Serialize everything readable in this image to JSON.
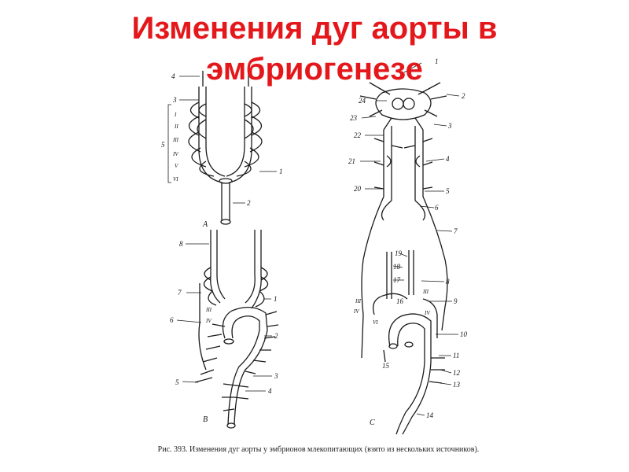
{
  "slide": {
    "title_line1": "Изменения дуг аорты в",
    "title_line2": "эмбриогенезе"
  },
  "figure": {
    "caption": "Рис. 393. Изменения дуг аорты у эмбрионов млекопитающих (взято из нескольких источников).",
    "panels": {
      "a": {
        "label": "A",
        "numbers": [
          "4",
          "3",
          "5",
          "1",
          "2"
        ],
        "roman": [
          "I",
          "II",
          "III",
          "IV",
          "V",
          "VI"
        ]
      },
      "b": {
        "label": "B",
        "numbers": [
          "8",
          "7",
          "6",
          "5",
          "1",
          "2",
          "3",
          "4"
        ],
        "roman": [
          "III",
          "IV"
        ]
      },
      "c": {
        "label": "C",
        "numbers": [
          "1",
          "2",
          "3",
          "4",
          "5",
          "6",
          "7",
          "8",
          "9",
          "10",
          "11",
          "12",
          "13",
          "14",
          "15",
          "16",
          "17",
          "18",
          "19",
          "20",
          "21",
          "22",
          "23",
          "24"
        ],
        "roman": [
          "III",
          "IV",
          "VI",
          "III",
          "IV"
        ]
      }
    }
  },
  "colors": {
    "title": "#e4171b",
    "ink": "#1a1a1a"
  }
}
